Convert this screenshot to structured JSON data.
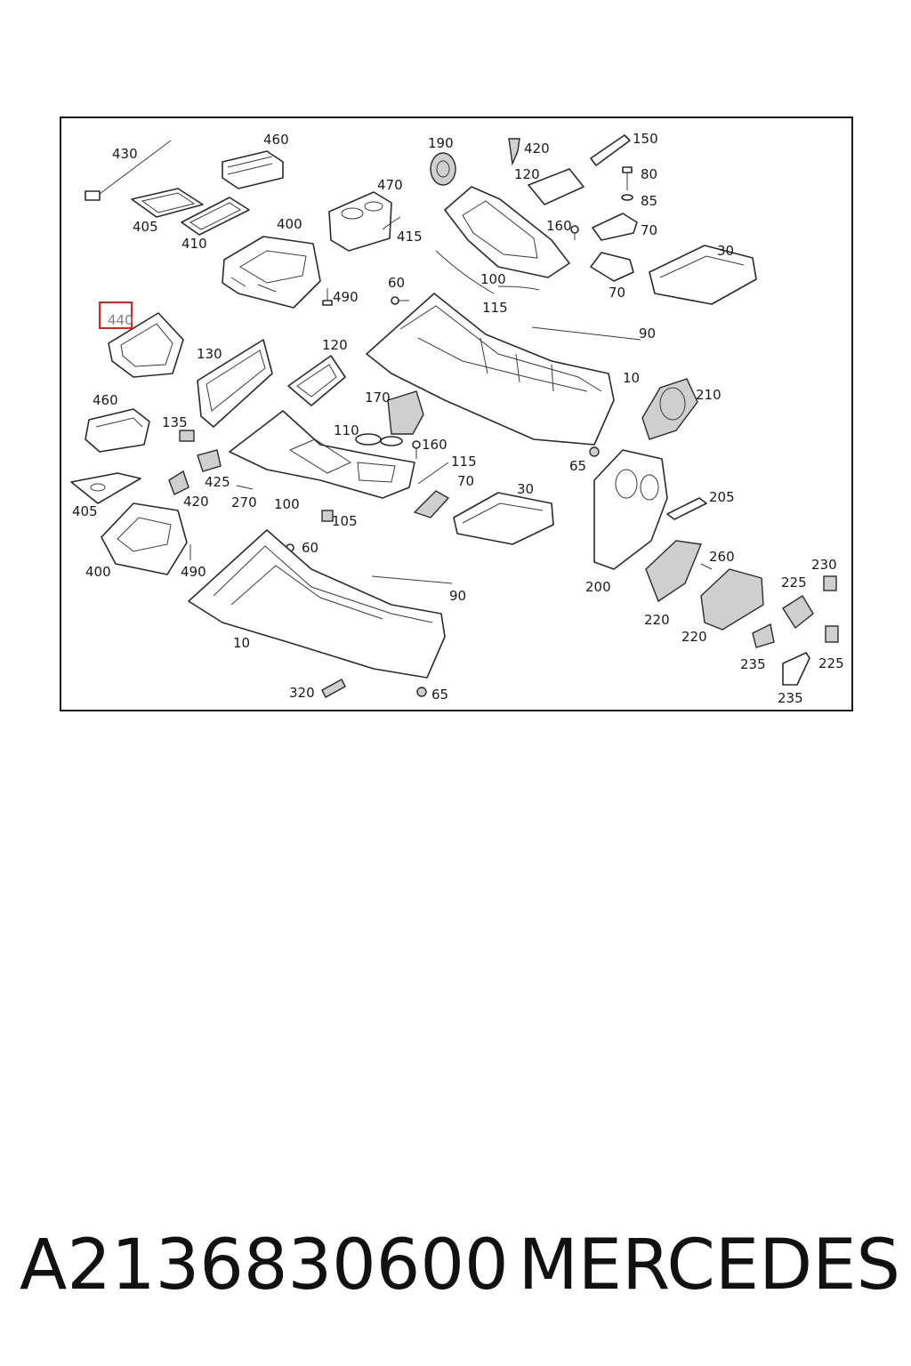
{
  "highlighted_part": "440",
  "labels": {
    "p430": "430",
    "p460a": "460",
    "p405a": "405",
    "p410": "410",
    "p470": "470",
    "p400a": "400",
    "p415": "415",
    "p490a": "490",
    "p190": "190",
    "p420a": "420",
    "p150": "150",
    "p120a": "120",
    "p80": "80",
    "p85": "85",
    "p160a": "160",
    "p70a": "70",
    "p30a": "30",
    "p100a": "100",
    "p70b": "70",
    "p60a": "60",
    "p115a": "115",
    "p440": "440",
    "p130": "130",
    "p120b": "120",
    "p90a": "90",
    "p10a": "10",
    "p210": "210",
    "p460b": "460",
    "p170": "170",
    "p135": "135",
    "p110": "110",
    "p160b": "160",
    "p115b": "115",
    "p65a": "65",
    "p425": "425",
    "p70c": "70",
    "p30b": "30",
    "p205": "205",
    "p405b": "405",
    "p420b": "420",
    "p270": "270",
    "p100b": "100",
    "p105": "105",
    "p60b": "60",
    "p260": "260",
    "p230": "230",
    "p400b": "400",
    "p490b": "490",
    "p200": "200",
    "p225a": "225",
    "p90b": "90",
    "p220a": "220",
    "p220b": "220",
    "p10b": "10",
    "p235a": "235",
    "p225b": "225",
    "p235b": "235",
    "p320": "320",
    "p65b": "65"
  },
  "caption": {
    "part_number": "A2136830600",
    "brand": "MERCEDES"
  },
  "colors": {
    "highlight": "#e02020",
    "line": "#2a2a2a"
  }
}
